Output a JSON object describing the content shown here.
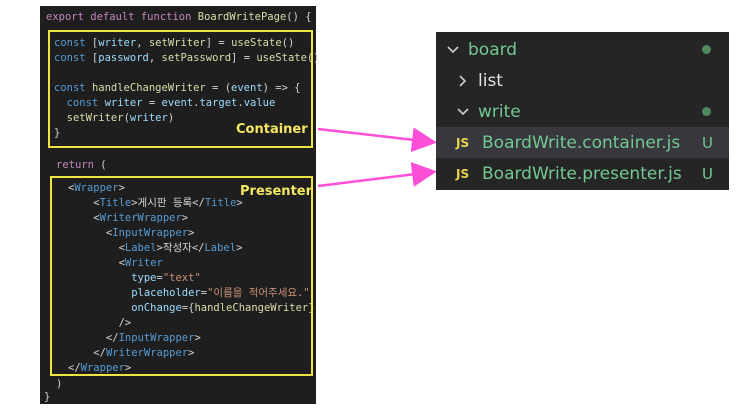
{
  "code": {
    "header": "export default function BoardWritePage() {",
    "container_lines": [
      "const [writer, setWriter] = useState()",
      "const [password, setPassword] = useState()",
      "",
      "const handleChangeWriter = (event) => {",
      "  const writer = event.target.value",
      "  setWriter(writer)",
      "}"
    ],
    "return_line": "return (",
    "presenter_lines": [
      "<Wrapper>",
      "    <Title>게시판 등록</Title>",
      "    <WriterWrapper>",
      "      <InputWrapper>",
      "        <Label>작성자</Label>",
      "        <Writer",
      "          type=\"text\"",
      "          placeholder=\"이름을 적어주세요.\"",
      "          onChange={handleChangeWriter}",
      "        />",
      "      </InputWrapper>",
      "    </WriterWrapper>",
      "</Wrapper>"
    ],
    "close_paren": ")",
    "close_brace": "}"
  },
  "labels": {
    "container": "Container",
    "presenter": "Presenter"
  },
  "explorer": {
    "root": "board",
    "folders": [
      "list",
      "write"
    ],
    "files": [
      {
        "icon": "JS",
        "name": "BoardWrite.container.js",
        "status": "U"
      },
      {
        "icon": "JS",
        "name": "BoardWrite.presenter.js",
        "status": "U"
      }
    ]
  },
  "colors": {
    "highlight_box": "#f0e442",
    "arrow": "#ff4fd8",
    "git_untracked": "#73c991",
    "js_icon": "#e8d44d"
  }
}
